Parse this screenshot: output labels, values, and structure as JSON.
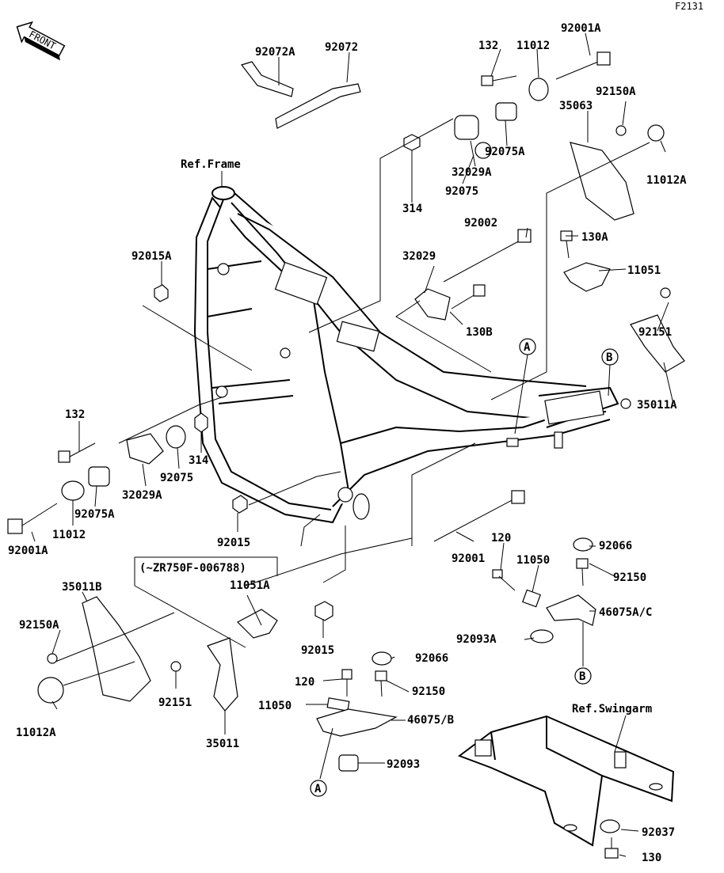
{
  "diagram_code": "F2131",
  "front_badge": "FRONT",
  "notes": {
    "ref_frame": "Ref.Frame",
    "ref_swingarm": "Ref.Swingarm",
    "serial_range": "(~ZR750F-006788)"
  },
  "callouts": {
    "a_top": "A",
    "a_bottom": "A",
    "b_top": "B",
    "b_bottom": "B"
  },
  "parts": [
    {
      "id": "p92072A",
      "label": "92072A"
    },
    {
      "id": "p92072",
      "label": "92072"
    },
    {
      "id": "p132_top",
      "label": "132"
    },
    {
      "id": "p11012_top",
      "label": "11012"
    },
    {
      "id": "p92001A_top",
      "label": "92001A"
    },
    {
      "id": "p92150A_top",
      "label": "92150A"
    },
    {
      "id": "p35063",
      "label": "35063"
    },
    {
      "id": "p11012A_top",
      "label": "11012A"
    },
    {
      "id": "p92075A_top",
      "label": "92075A"
    },
    {
      "id": "p32029A_top",
      "label": "32029A"
    },
    {
      "id": "p92075_top",
      "label": "92075"
    },
    {
      "id": "p314_top",
      "label": "314"
    },
    {
      "id": "p92002",
      "label": "92002"
    },
    {
      "id": "p130A",
      "label": "130A"
    },
    {
      "id": "p32029",
      "label": "32029"
    },
    {
      "id": "p11051",
      "label": "11051"
    },
    {
      "id": "p130B",
      "label": "130B"
    },
    {
      "id": "p92151_top",
      "label": "92151"
    },
    {
      "id": "p35011A",
      "label": "35011A"
    },
    {
      "id": "p92015A",
      "label": "92015A"
    },
    {
      "id": "p132_left",
      "label": "132"
    },
    {
      "id": "p314_left",
      "label": "314"
    },
    {
      "id": "p92075_left",
      "label": "92075"
    },
    {
      "id": "p32029A_left",
      "label": "32029A"
    },
    {
      "id": "p92075A_left",
      "label": "92075A"
    },
    {
      "id": "p11012_left",
      "label": "11012"
    },
    {
      "id": "p92001A_left",
      "label": "92001A"
    },
    {
      "id": "p92015_mid",
      "label": "92015"
    },
    {
      "id": "p92001",
      "label": "92001"
    },
    {
      "id": "p120_right",
      "label": "120"
    },
    {
      "id": "p11050_right",
      "label": "11050"
    },
    {
      "id": "p92066_right",
      "label": "92066"
    },
    {
      "id": "p92150_right",
      "label": "92150"
    },
    {
      "id": "p46075AC",
      "label": "46075A/C"
    },
    {
      "id": "p92093A",
      "label": "92093A"
    },
    {
      "id": "p11051A",
      "label": "11051A"
    },
    {
      "id": "p35011B",
      "label": "35011B"
    },
    {
      "id": "p92150A_left",
      "label": "92150A"
    },
    {
      "id": "p11012A_left",
      "label": "11012A"
    },
    {
      "id": "p92015_low",
      "label": "92015"
    },
    {
      "id": "p92151_low",
      "label": "92151"
    },
    {
      "id": "p35011",
      "label": "35011"
    },
    {
      "id": "p92066_low",
      "label": "92066"
    },
    {
      "id": "p120_low",
      "label": "120"
    },
    {
      "id": "p92150_low",
      "label": "92150"
    },
    {
      "id": "p11050_low",
      "label": "11050"
    },
    {
      "id": "p46075B",
      "label": "46075/B"
    },
    {
      "id": "p92093",
      "label": "92093"
    },
    {
      "id": "p92037",
      "label": "92037"
    },
    {
      "id": "p130",
      "label": "130"
    }
  ]
}
